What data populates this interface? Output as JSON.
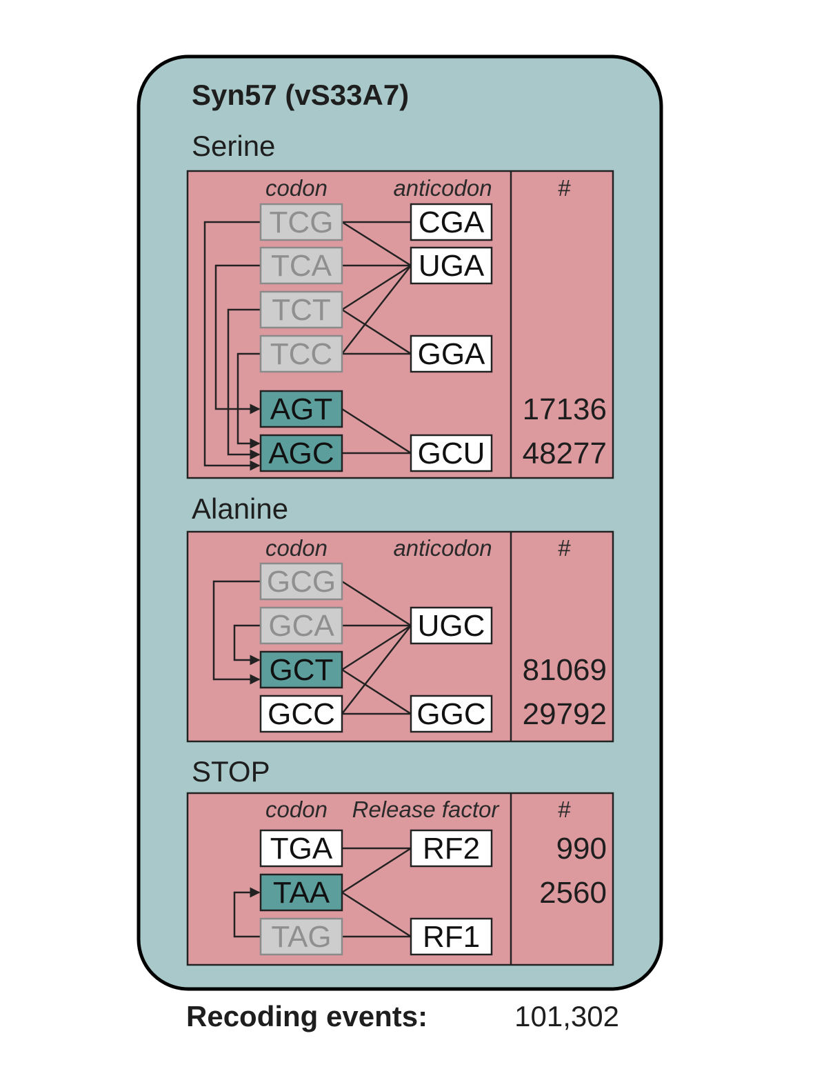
{
  "title": "Syn57 (vS33A7)",
  "colors": {
    "outer_bg": "#a9c8c9",
    "panel_bg": "#dc9a9f",
    "recoded_fill": "#5c9e9c",
    "replaced_fill": "#cdcdcd",
    "replaced_text": "#8f8f8f",
    "plain_fill": "#ffffff",
    "line": "#222222"
  },
  "sections": [
    {
      "name": "Serine",
      "col1": "codon",
      "col2": "anticodon",
      "col3": "#",
      "codons": [
        {
          "label": "TCG",
          "style": "replaced",
          "count": ""
        },
        {
          "label": "TCA",
          "style": "replaced",
          "count": ""
        },
        {
          "label": "TCT",
          "style": "replaced",
          "count": ""
        },
        {
          "label": "TCC",
          "style": "replaced",
          "count": ""
        },
        {
          "label": "AGT",
          "style": "recoded",
          "count": "17136"
        },
        {
          "label": "AGC",
          "style": "recoded",
          "count": "48277"
        }
      ],
      "partners": [
        "CGA",
        "UGA",
        "GGA",
        "GCU"
      ]
    },
    {
      "name": "Alanine",
      "col1": "codon",
      "col2": "anticodon",
      "col3": "#",
      "codons": [
        {
          "label": "GCG",
          "style": "replaced",
          "count": ""
        },
        {
          "label": "GCA",
          "style": "replaced",
          "count": ""
        },
        {
          "label": "GCT",
          "style": "recoded",
          "count": "81069"
        },
        {
          "label": "GCC",
          "style": "plain",
          "count": "29792"
        }
      ],
      "partners": [
        "UGC",
        "GGC"
      ]
    },
    {
      "name": "STOP",
      "col1": "codon",
      "col2": "Release factor",
      "col3": "#",
      "codons": [
        {
          "label": "TGA",
          "style": "plain",
          "count": "990"
        },
        {
          "label": "TAA",
          "style": "recoded",
          "count": "2560"
        },
        {
          "label": "TAG",
          "style": "replaced",
          "count": ""
        }
      ],
      "partners": [
        "RF2",
        "RF1"
      ]
    }
  ],
  "footer": {
    "label": "Recoding events:",
    "value": "101,302"
  }
}
